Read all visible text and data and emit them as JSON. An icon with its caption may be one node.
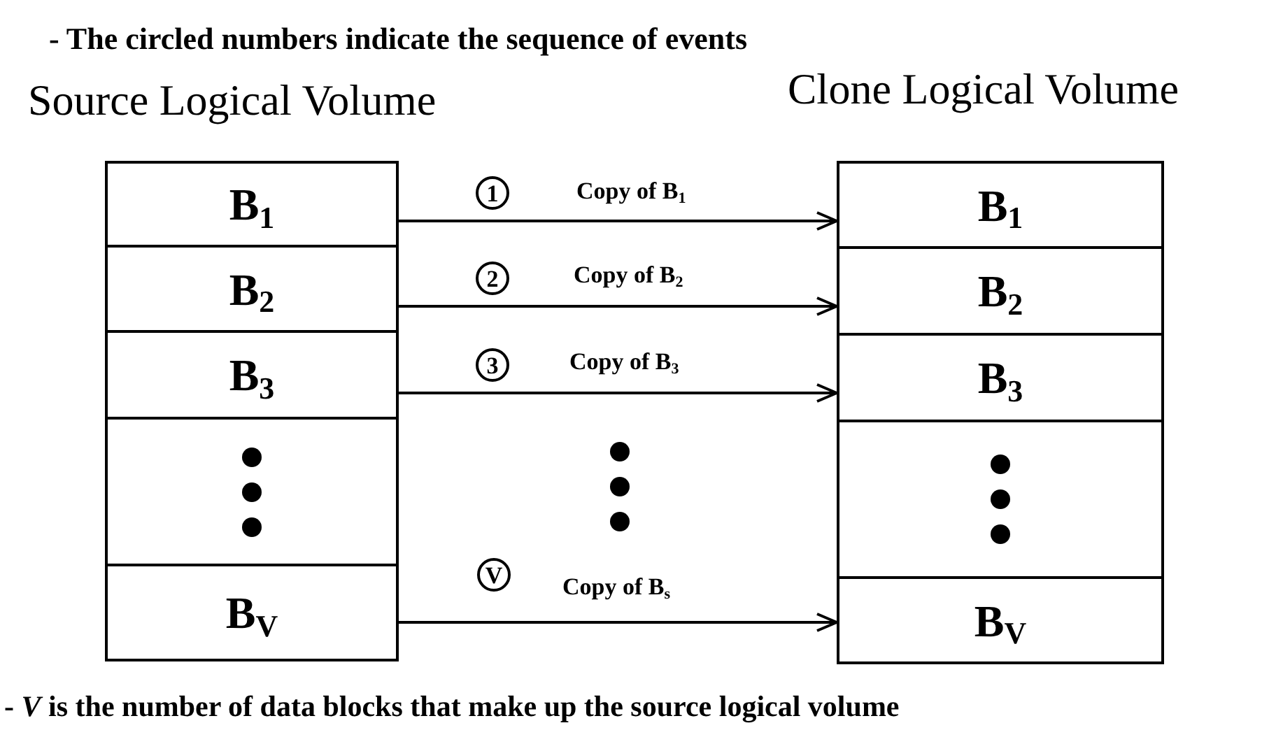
{
  "diagram": {
    "title": "- The circled numbers indicate the sequence of events",
    "caption": "- *V* is the number of data blocks that make up the source logical volume",
    "nodes": [
      {
        "text": [
          "Source Logical Volume"
        ]
      },
      {
        "text": [
          "B$_{1}$"
        ],
        "in": 0
      },
      {
        "text": [
          "B$_{2}$"
        ],
        "in": 0
      },
      {
        "text": [
          "B$_{3}$"
        ],
        "in": 0
      },
      {
        "text": [],
        "shape": "box",
        "in": 0
      },
      {
        "text": [
          "B$_{V}$"
        ],
        "in": 0
      },
      {
        "text": [
          "Clone Logical Volume"
        ]
      },
      {
        "text": [
          "B$_{1}$"
        ],
        "in": 6
      },
      {
        "text": [
          "B$_{2}$"
        ],
        "in": 6
      },
      {
        "text": [
          "B$_{3}$"
        ],
        "in": 6
      },
      {
        "text": [],
        "shape": "box",
        "in": 6
      },
      {
        "text": [
          "B$_{V}$"
        ],
        "in": 6
      }
    ],
    "edges": [
      {
        "from": 1,
        "to": 7,
        "arrow": "to",
        "label": "Copy of B$_{1}$"
      },
      {
        "from": 2,
        "to": 8,
        "arrow": "to",
        "label": "Copy of B$_{2}$"
      },
      {
        "from": 3,
        "to": 9,
        "arrow": "to",
        "label": "Copy of B$_{3}$"
      },
      {
        "from": 5,
        "to": 11,
        "arrow": "to",
        "label": "Copy of B$_{s}$"
      }
    ],
    "labels": [
      "1",
      "2",
      "3",
      "V"
    ]
  }
}
